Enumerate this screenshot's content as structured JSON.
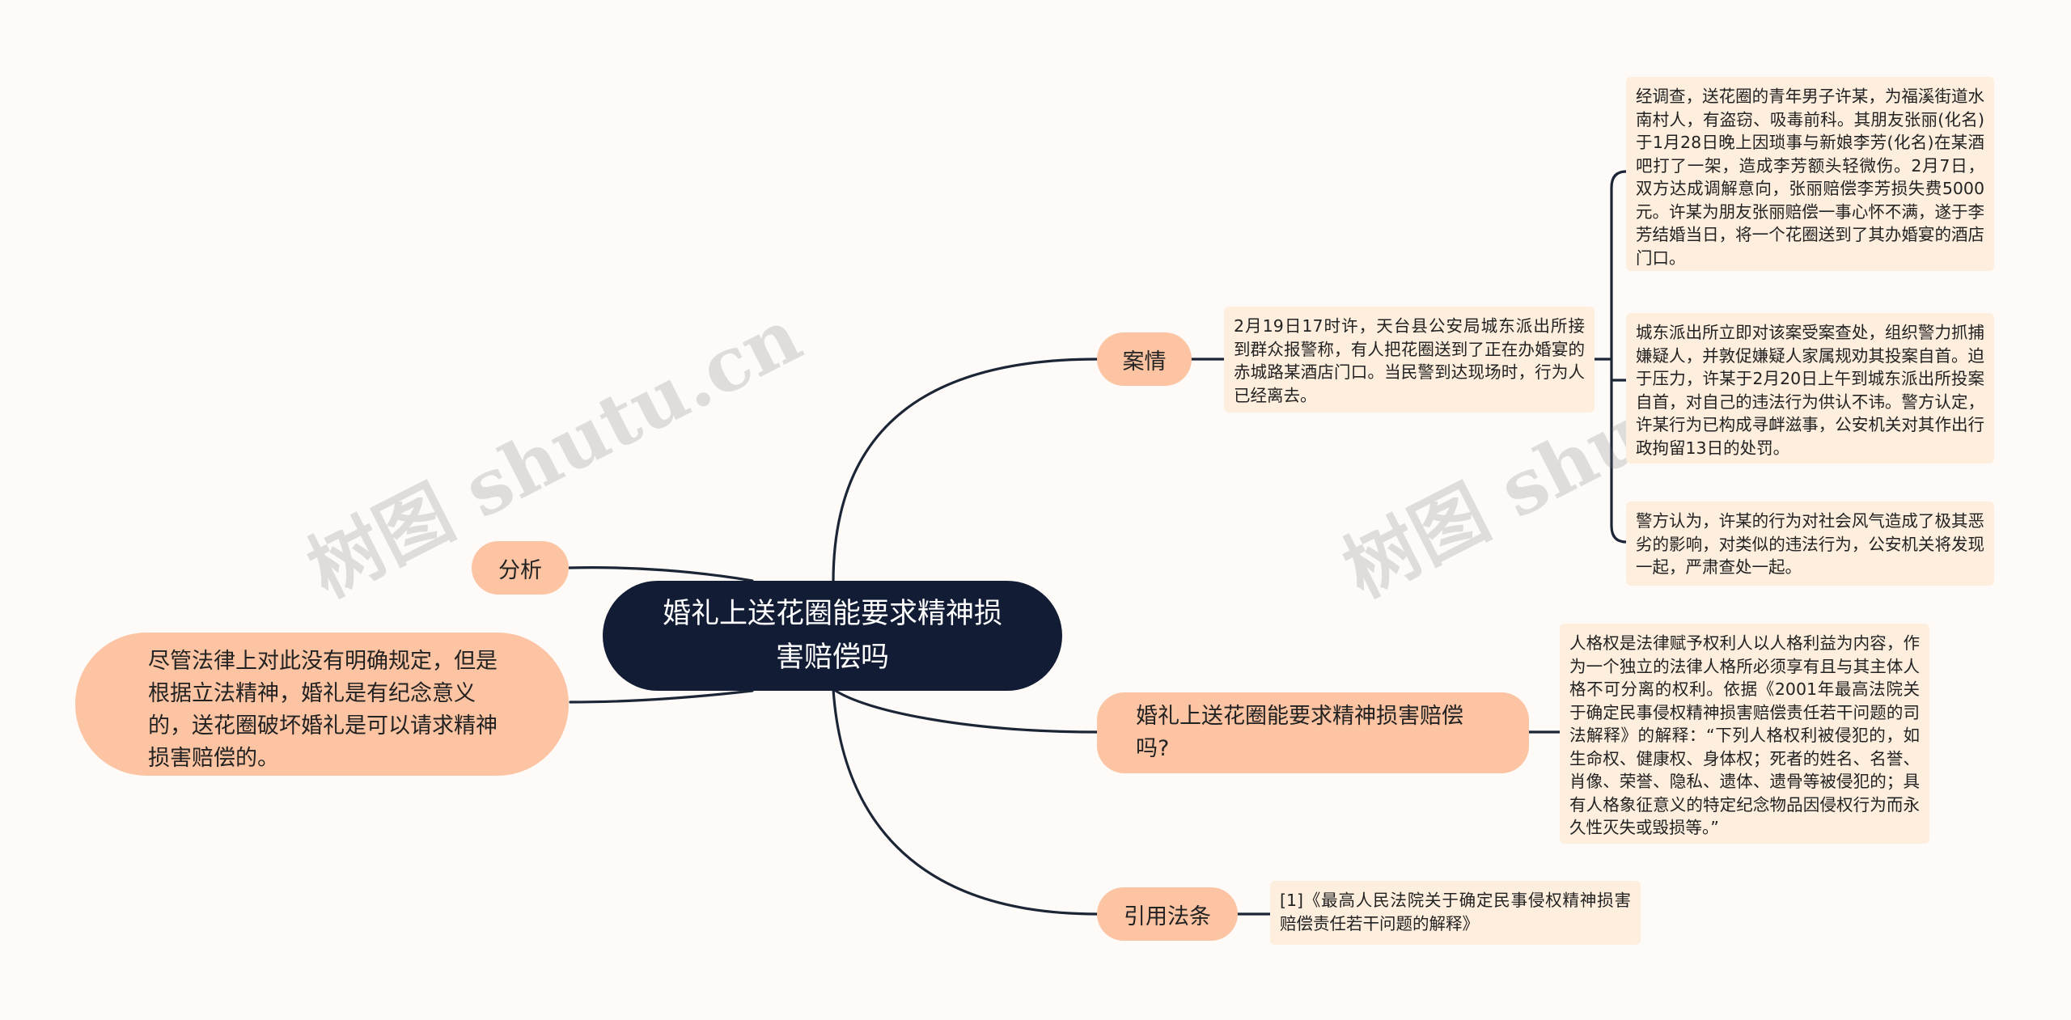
{
  "root": {
    "title": "婚礼上送花圈能要求精神损害赔偿吗"
  },
  "watermark": "树图 shutu.cn",
  "branches": {
    "case": {
      "label": "案情",
      "summary": "2月19日17时许，天台县公安局城东派出所接到群众报警称，有人把花圈送到了正在办婚宴的赤城路某酒店门口。当民警到达现场时，行为人已经离去。",
      "details": [
        "经调查，送花圈的青年男子许某，为福溪街道水南村人，有盗窃、吸毒前科。其朋友张丽(化名)于1月28日晚上因琐事与新娘李芳(化名)在某酒吧打了一架，造成李芳额头轻微伤。2月7日，双方达成调解意向，张丽赔偿李芳损失费5000元。许某为朋友张丽赔偿一事心怀不满，遂于李芳结婚当日，将一个花圈送到了其办婚宴的酒店门口。",
        "城东派出所立即对该案受案查处，组织警力抓捕嫌疑人，并敦促嫌疑人家属规劝其投案自首。迫于压力，许某于2月20日上午到城东派出所投案自首，对自己的违法行为供认不讳。警方认定，许某行为已构成寻衅滋事，公安机关对其作出行政拘留13日的处罚。",
        "警方认为，许某的行为对社会风气造成了极其恶劣的影响，对类似的违法行为，公安机关将发现一起，严肃查处一起。"
      ]
    },
    "question": {
      "label": "婚礼上送花圈能要求精神损害赔偿吗?",
      "detail": "人格权是法律赋予权利人以人格利益为内容，作为一个独立的法律人格所必须享有且与其主体人格不可分离的权利。依据《2001年最高法院关于确定民事侵权精神损害赔偿责任若干问题的司法解释》的解释：“下列人格权利被侵犯的，如生命权、健康权、身体权；死者的姓名、名誉、肖像、荣誉、隐私、遗体、遗骨等被侵犯的；具有人格象征意义的特定纪念物品因侵权行为而永久性灭失或毁损等。”"
    },
    "citation": {
      "label": "引用法条",
      "detail": "[1]《最高人民法院关于确定民事侵权精神损害赔偿责任若干问题的解释》"
    },
    "analysis": {
      "label": "分析",
      "detail": "尽管法律上对此没有明确规定，但是根据立法精神，婚礼是有纪念意义的，送花圈破坏婚礼是可以请求精神损害赔偿的。"
    }
  },
  "colors": {
    "root_fill": "#121c34",
    "branch_fill": "#fcc4a2",
    "note_fill": "#fdeedd",
    "line": "#1c2535",
    "background": "#fdfaf8"
  }
}
